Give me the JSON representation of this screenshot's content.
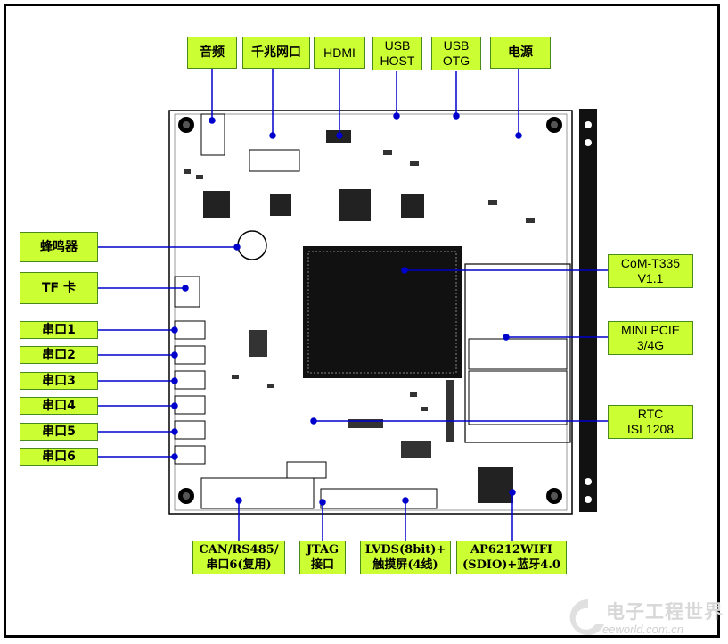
{
  "labels": {
    "audio": "音频",
    "gigabit": "千兆网口",
    "hdmi": "HDMI",
    "usb_host": "USB\nHOST",
    "usb_otg": "USB\nOTG",
    "power": "电源",
    "buzzer": "蜂鸣器",
    "tf": "TF 卡",
    "uart1": "串口1",
    "uart2": "串口2",
    "uart3": "串口3",
    "uart4": "串口4",
    "uart5": "串口5",
    "uart6": "串口6",
    "com_t335": "CoM-T335\nV1.1",
    "mini_pcie": "MINI PCIE\n3/4G",
    "rtc": "RTC\nISL1208",
    "can": "CAN/RS485/\n串口6(复用)",
    "jtag": "JTAG\n接口",
    "lvds": "LVDS(8bit)+\n触摸屏(4线)",
    "wifi": "AP6212WIFI\n(SDIO)+蓝牙4.0"
  },
  "watermark": {
    "text": "电子工程世界",
    "url": "eeworld.com.cn"
  },
  "colors": {
    "label_fill": "#ccff33",
    "label_border": "#4a8a1c",
    "pointer_line": "#0000cc",
    "board_black": "#111111"
  }
}
